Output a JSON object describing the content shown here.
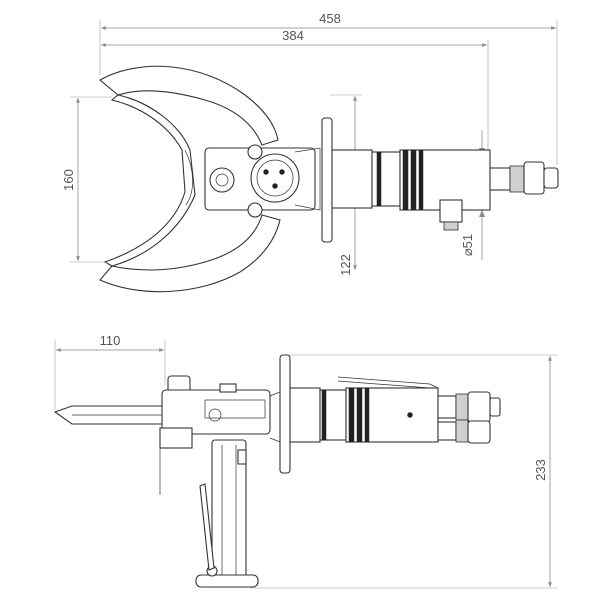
{
  "dimensions": {
    "overall_length": "458",
    "jaw_to_flange_length": "384",
    "jaw_opening_height": "160",
    "flange_offset": "122",
    "diameter": "⌀51",
    "blade_reach": "110",
    "total_height": "233"
  },
  "colors": {
    "line": "#333333",
    "dimension": "#8a8a8a",
    "text": "#555555",
    "band": "#222222"
  }
}
